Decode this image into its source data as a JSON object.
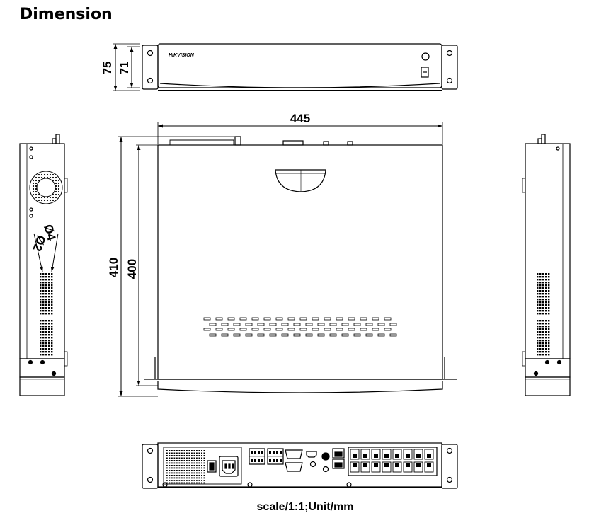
{
  "title": "Dimension",
  "front_view": {
    "dim_height_outer": "75",
    "dim_height_inner": "71",
    "brand_logo_text": "HIKVISION"
  },
  "top_view": {
    "dim_width": "445",
    "dim_depth_outer": "410",
    "dim_depth_inner": "400"
  },
  "side_view": {
    "dim_hole_1": "Ø4",
    "dim_hole_2": "Ø2"
  },
  "caption": "scale/1:1;Unit/mm"
}
